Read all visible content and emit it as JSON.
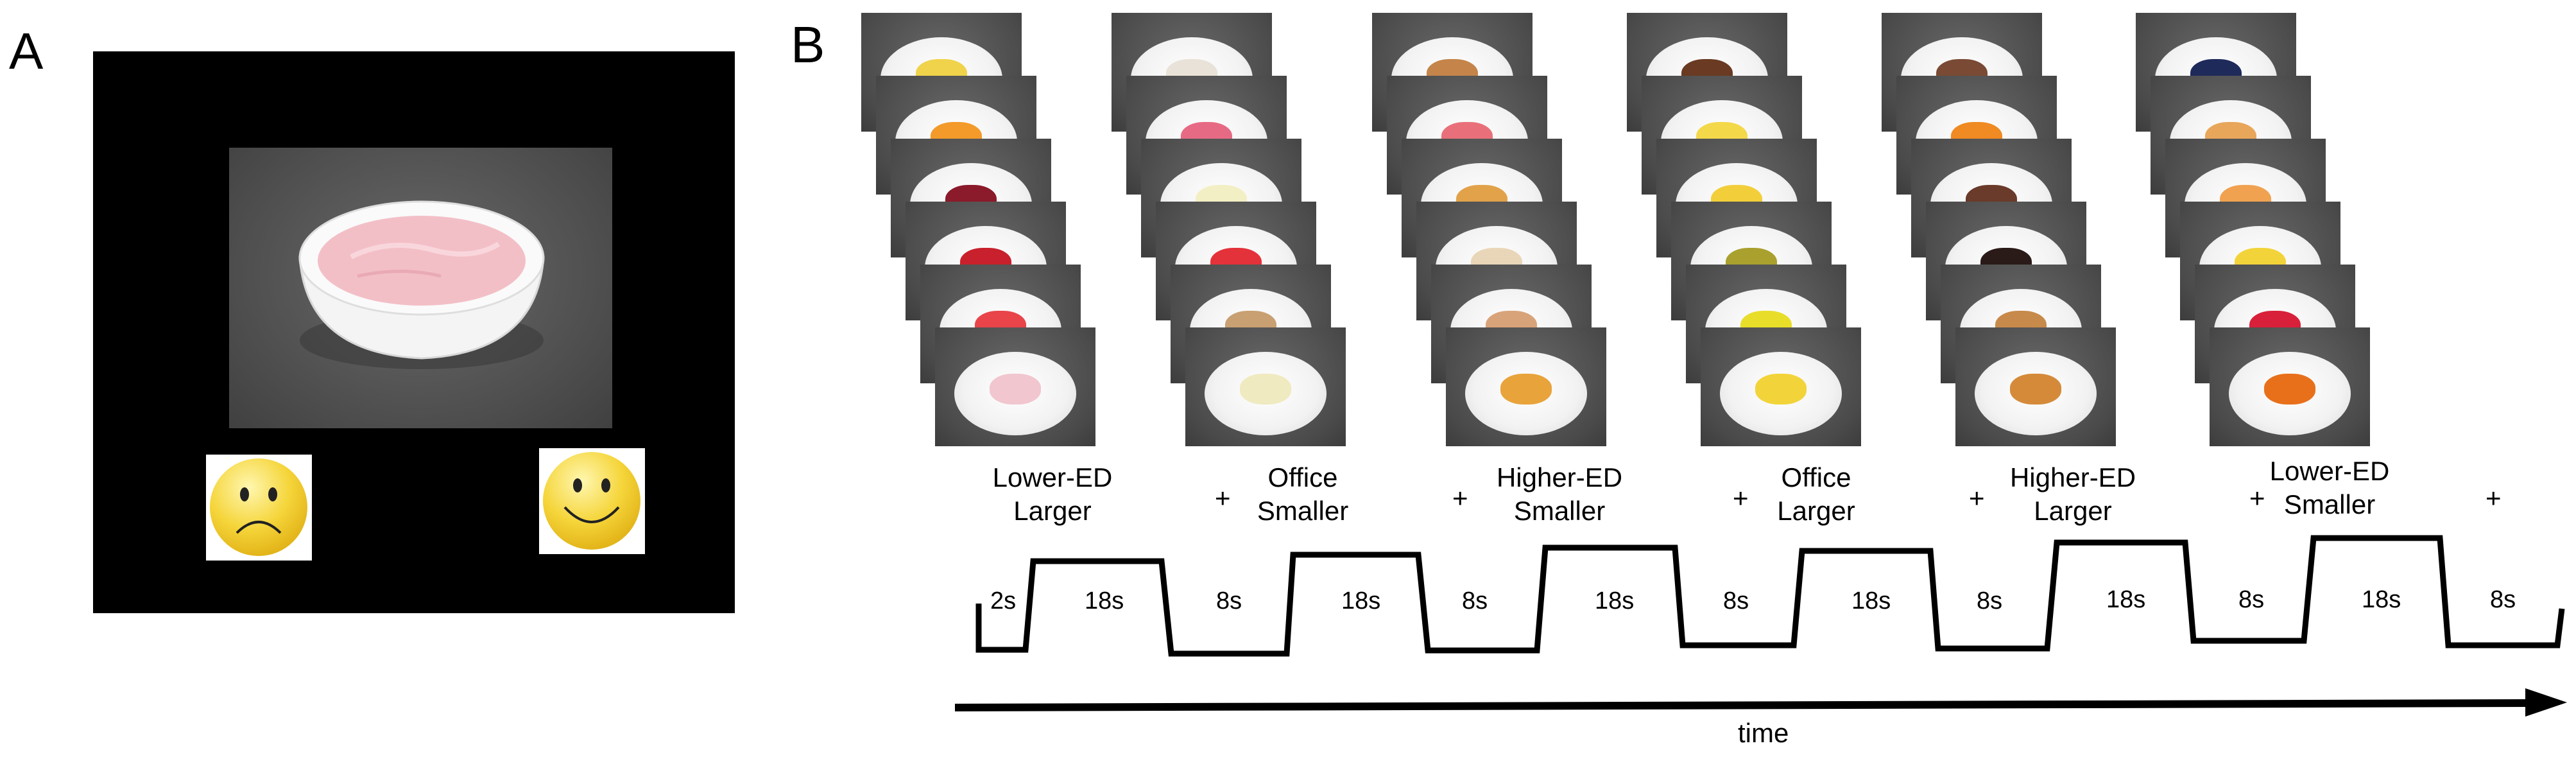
{
  "panels": {
    "a_label": "A",
    "b_label": "B"
  },
  "panel_a": {
    "stimulus": "strawberry-yogurt-bowl",
    "rating_left_icon": "sad-face-icon",
    "rating_right_icon": "happy-face-icon"
  },
  "blocks": [
    {
      "line1": "Lower-ED",
      "line2": "Larger",
      "duration": "18s"
    },
    {
      "line1": "Office",
      "line2": "Smaller",
      "duration": "18s"
    },
    {
      "line1": "Higher-ED",
      "line2": "Smaller",
      "duration": "18s"
    },
    {
      "line1": "Office",
      "line2": "Larger",
      "duration": "18s"
    },
    {
      "line1": "Higher-ED",
      "line2": "Larger",
      "duration": "18s"
    },
    {
      "line1": "Lower-ED",
      "line2": "Smaller",
      "duration": "18s"
    }
  ],
  "plus_sign": "+",
  "initial_fixation": "2s",
  "rest_duration": "8s",
  "axis_label": "time",
  "colors": {
    "background": "#ffffff",
    "screen": "#000000",
    "line": "#000000"
  }
}
